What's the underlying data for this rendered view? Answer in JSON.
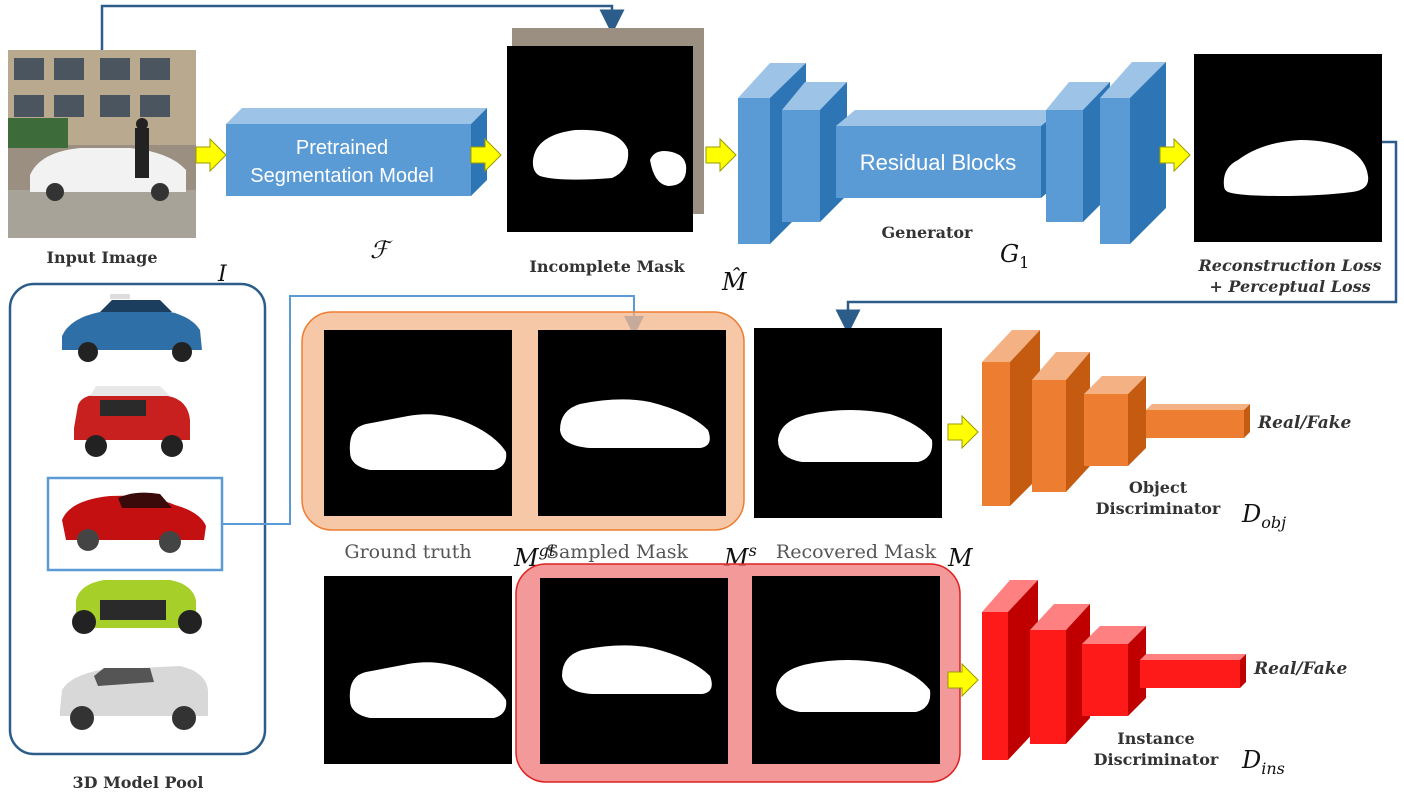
{
  "labels": {
    "input_image": "Input Image",
    "segmentation_model": [
      "Pretrained",
      "Segmentation Model"
    ],
    "incomplete_mask": "Incomplete Mask",
    "residual_blocks": "Residual Blocks",
    "generator": "Generator",
    "reconstruction_loss": "Reconstruction Loss",
    "perceptual_loss": "+ Perceptual Loss",
    "model_pool": "3D Model Pool",
    "ground_truth": "Ground truth",
    "sampled_mask": "Sampled Mask",
    "recovered_mask": "Recovered Mask",
    "real_fake_obj": "Real/Fake",
    "real_fake_ins": "Real/Fake",
    "object_discriminator": [
      "Object",
      "Discriminator"
    ],
    "instance_discriminator": [
      "Instance",
      "Discriminator"
    ]
  },
  "math": {
    "F": "ℱ",
    "I": "I",
    "M_hat": "M̂",
    "G1_base": "G",
    "G1_sub": "1",
    "M_gt_base": "M",
    "M_gt_sup": "gt",
    "M_s_base": "M",
    "M_s_sup": "s",
    "M": "M",
    "D_obj_base": "D",
    "D_obj_sub": "obj",
    "D_ins_base": "D",
    "D_ins_sub": "ins"
  },
  "model_pool": [
    {
      "name": "police-car",
      "color": "#2f6fa8"
    },
    {
      "name": "mini-car",
      "color": "#c8201e"
    },
    {
      "name": "sports-car",
      "color": "#c41010"
    },
    {
      "name": "green-car",
      "color": "#a7cf2a"
    },
    {
      "name": "white-hatchback",
      "color": "#d8d8d8"
    }
  ],
  "colors": {
    "blue_block": "#5b9bd5",
    "orange_block": "#ed7d31",
    "red_block": "#ff1a1a",
    "arrow_yellow": "#ffff00",
    "connector_dark": "#2c5d8a",
    "connector_light": "#5b9bd5"
  }
}
